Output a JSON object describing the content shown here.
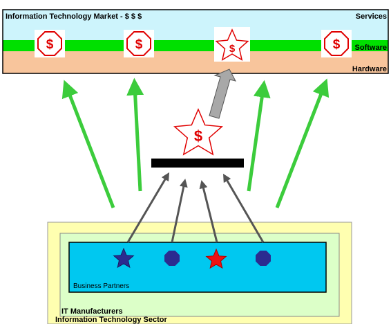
{
  "market": {
    "title": "Information Technology Market  - $ $ $",
    "layers": {
      "services": "Services",
      "software": "Software",
      "hardware": "Hardware"
    }
  },
  "symbols": {
    "dollar": "$"
  },
  "sector": {
    "outer_label": "Information Technology Sector",
    "manufacturers_label": "IT Manufacturers",
    "partners_label": "Business Partners"
  },
  "colors": {
    "services_band": "#cdf4fc",
    "software_band": "#00e000",
    "hardware_band": "#f8c59c",
    "sector_box": "#ffffb0",
    "manufacturers_box": "#dcffc8",
    "partners_box": "#00c8f0",
    "green_arrow": "#3ccc3c",
    "gray_arrow": "#a8a8a8",
    "dark_arrow": "#555555",
    "dollar_red": "#e00000",
    "navy_shape": "#2b2b90",
    "bar": "#000000"
  },
  "icons": [
    "octagon-dollar-icon",
    "star-dollar-icon",
    "star-icon",
    "octagon-icon",
    "arrow-icon"
  ]
}
